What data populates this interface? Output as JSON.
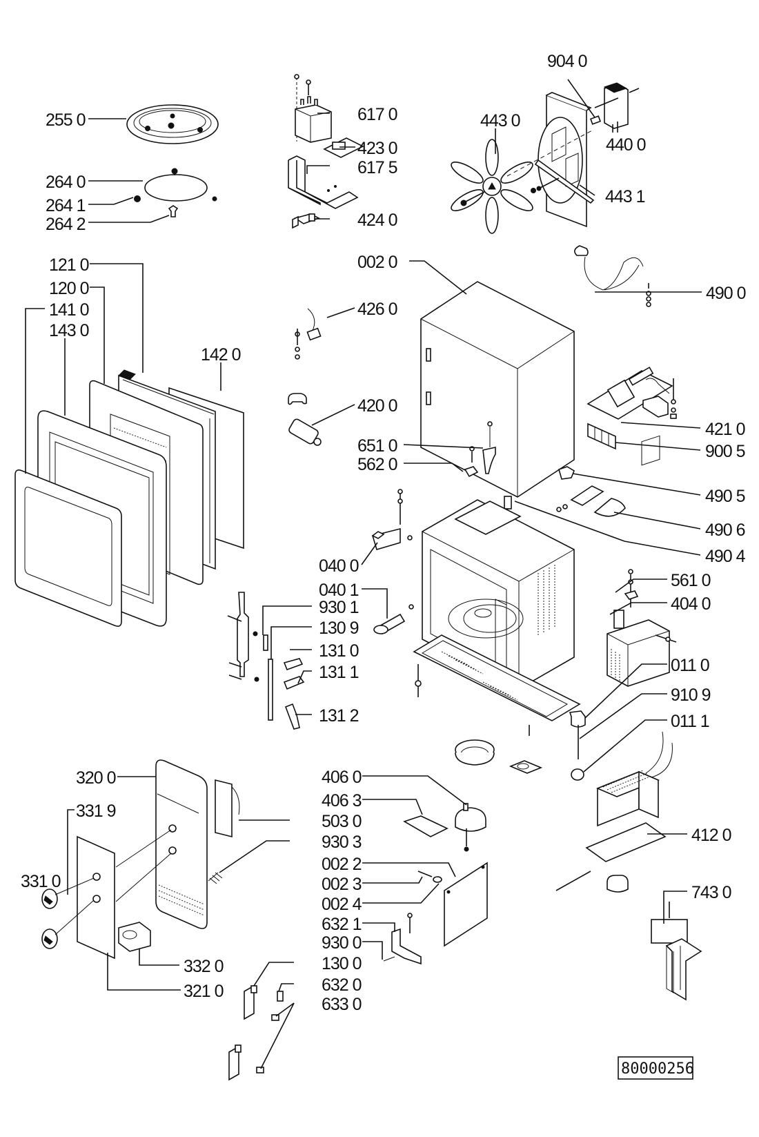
{
  "diagram": {
    "type": "exploded parts view",
    "reference_number": "80000256",
    "callouts": [
      {
        "id": "c255-0",
        "label": "255 0"
      },
      {
        "id": "c264-0",
        "label": "264 0"
      },
      {
        "id": "c264-1",
        "label": "264 1"
      },
      {
        "id": "c264-2",
        "label": "264 2"
      },
      {
        "id": "c617-0",
        "label": "617 0"
      },
      {
        "id": "c423-0",
        "label": "423 0"
      },
      {
        "id": "c617-5",
        "label": "617 5"
      },
      {
        "id": "c424-0",
        "label": "424 0"
      },
      {
        "id": "c904-0",
        "label": "904 0"
      },
      {
        "id": "c443-0",
        "label": "443 0"
      },
      {
        "id": "c440-0",
        "label": "440 0"
      },
      {
        "id": "c443-1",
        "label": "443 1"
      },
      {
        "id": "c121-0",
        "label": "121 0"
      },
      {
        "id": "c120-0",
        "label": "120 0"
      },
      {
        "id": "c141-0",
        "label": "141 0"
      },
      {
        "id": "c143-0",
        "label": "143 0"
      },
      {
        "id": "c142-0",
        "label": "142 0"
      },
      {
        "id": "c002-0",
        "label": "002 0"
      },
      {
        "id": "c426-0",
        "label": "426 0"
      },
      {
        "id": "c490-0",
        "label": "490 0"
      },
      {
        "id": "c420-0",
        "label": "420 0"
      },
      {
        "id": "c421-0",
        "label": "421 0"
      },
      {
        "id": "c651-0",
        "label": "651 0"
      },
      {
        "id": "c900-5",
        "label": "900 5"
      },
      {
        "id": "c562-0",
        "label": "562 0"
      },
      {
        "id": "c490-5",
        "label": "490 5"
      },
      {
        "id": "c490-6",
        "label": "490 6"
      },
      {
        "id": "c490-4",
        "label": "490 4"
      },
      {
        "id": "c040-0",
        "label": "040 0"
      },
      {
        "id": "c561-0",
        "label": "561 0"
      },
      {
        "id": "c040-1",
        "label": "040 1"
      },
      {
        "id": "c404-0",
        "label": "404 0"
      },
      {
        "id": "c930-1",
        "label": "930 1"
      },
      {
        "id": "c130-9",
        "label": "130 9"
      },
      {
        "id": "c131-0",
        "label": "131 0"
      },
      {
        "id": "c131-1",
        "label": "131 1"
      },
      {
        "id": "c011-0",
        "label": "011 0"
      },
      {
        "id": "c910-9",
        "label": "910 9"
      },
      {
        "id": "c131-2",
        "label": "131 2"
      },
      {
        "id": "c011-1",
        "label": "011 1"
      },
      {
        "id": "c320-0",
        "label": "320 0"
      },
      {
        "id": "c406-0",
        "label": "406 0"
      },
      {
        "id": "c331-9",
        "label": "331 9"
      },
      {
        "id": "c406-3",
        "label": "406 3"
      },
      {
        "id": "c503-0",
        "label": "503 0"
      },
      {
        "id": "c930-3",
        "label": "930 3"
      },
      {
        "id": "c412-0",
        "label": "412 0"
      },
      {
        "id": "c002-2",
        "label": "002 2"
      },
      {
        "id": "c331-0",
        "label": "331 0"
      },
      {
        "id": "c002-3",
        "label": "002 3"
      },
      {
        "id": "c743-0",
        "label": "743 0"
      },
      {
        "id": "c002-4",
        "label": "002 4"
      },
      {
        "id": "c632-1",
        "label": "632 1"
      },
      {
        "id": "c930-0",
        "label": "930 0"
      },
      {
        "id": "c332-0",
        "label": "332 0"
      },
      {
        "id": "c130-0",
        "label": "130 0"
      },
      {
        "id": "c321-0",
        "label": "321 0"
      },
      {
        "id": "c632-0",
        "label": "632 0"
      },
      {
        "id": "c633-0",
        "label": "633 0"
      }
    ]
  }
}
